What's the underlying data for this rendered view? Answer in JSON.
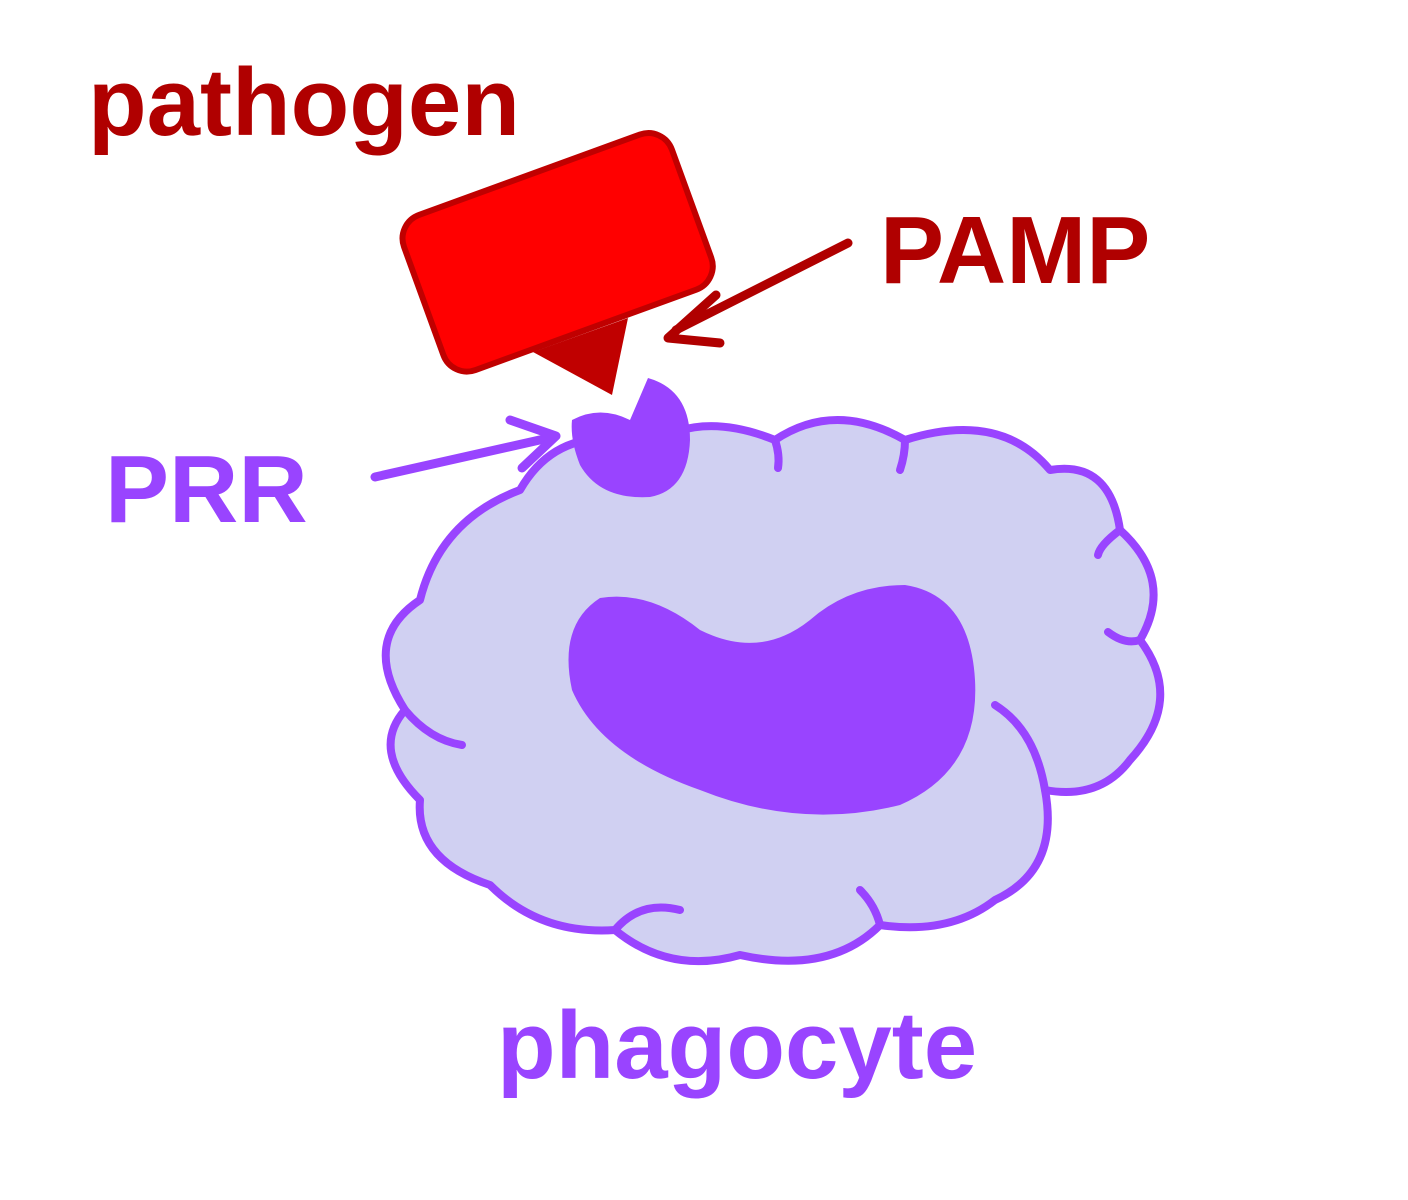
{
  "labels": {
    "pathogen": "pathogen",
    "pamp": "PAMP",
    "prr": "PRR",
    "phagocyte": "phagocyte"
  },
  "colors": {
    "pathogen_fill": "#ff0000",
    "pathogen_dark": "#c00000",
    "pathogen_text": "#b00000",
    "phagocyte_fill": "#d0d0f2",
    "phagocyte_outline": "#9944ff",
    "nucleus": "#9944ff",
    "prr_text": "#9944ff",
    "background": "#ffffff"
  }
}
